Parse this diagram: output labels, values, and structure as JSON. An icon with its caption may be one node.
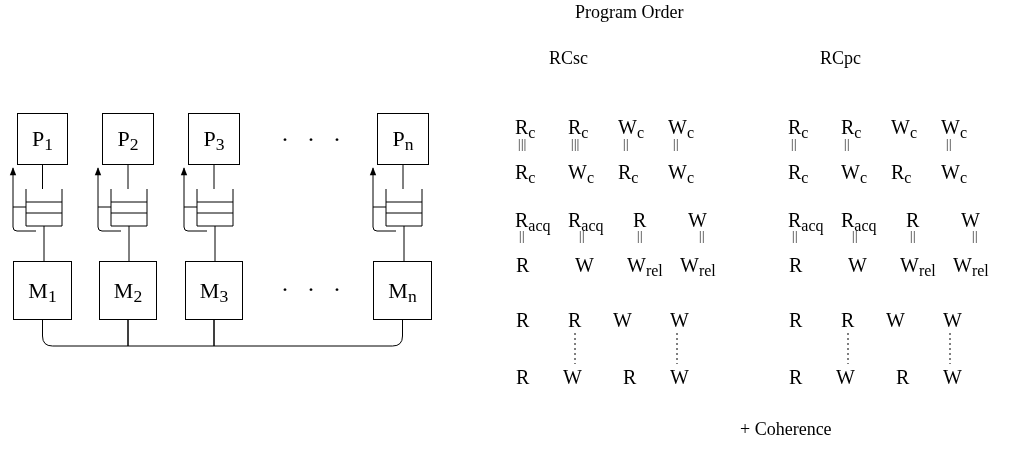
{
  "diagram": {
    "nodes": [
      {
        "text": [
          "P$_{1}$"
        ]
      },
      {
        "text": [
          "P$_{2}$"
        ]
      },
      {
        "text": [
          "P$_{3}$"
        ]
      },
      {
        "text": [
          "P$_{n}$"
        ]
      },
      {
        "text": [],
        "shape": "queue"
      },
      {
        "text": [],
        "shape": "queue"
      },
      {
        "text": [],
        "shape": "queue"
      },
      {
        "text": [],
        "shape": "queue"
      },
      {
        "text": [
          "M$_{1}$"
        ]
      },
      {
        "text": [
          "M$_{2}$"
        ]
      },
      {
        "text": [
          "M$_{3}$"
        ]
      },
      {
        "text": [
          "M$_{n}$"
        ]
      }
    ],
    "edges": [
      {
        "from": 0,
        "to": 4,
        "arrow": "none"
      },
      {
        "from": 1,
        "to": 5,
        "arrow": "none"
      },
      {
        "from": 2,
        "to": 6,
        "arrow": "none"
      },
      {
        "from": 3,
        "to": 7,
        "arrow": "none"
      },
      {
        "from": 4,
        "to": 8,
        "arrow": "none"
      },
      {
        "from": 5,
        "to": 9,
        "arrow": "none"
      },
      {
        "from": 6,
        "to": 10,
        "arrow": "none"
      },
      {
        "from": 7,
        "to": 11,
        "arrow": "none"
      },
      {
        "from": 4,
        "to": 0,
        "arrow": "to"
      },
      {
        "from": 5,
        "to": 1,
        "arrow": "to"
      },
      {
        "from": 6,
        "to": 2,
        "arrow": "to"
      },
      {
        "from": 7,
        "to": 3,
        "arrow": "to"
      },
      {
        "from": 8,
        "to": 9,
        "arrow": "none"
      },
      {
        "from": 9,
        "to": 10,
        "arrow": "none"
      },
      {
        "from": 10,
        "to": 11,
        "arrow": "none"
      }
    ],
    "labels": [
      "Program Order",
      "RCsc",
      "RCpc",
      "· · ·",
      "· · ·",
      "R$_{c}$",
      "R$_{c}$",
      "W$_{c}$",
      "W$_{c}$",
      "|||",
      "|||",
      "||",
      "||",
      "R$_{c}$",
      "W$_{c}$",
      "R$_{c}$",
      "W$_{c}$",
      "R$_{acq}$",
      "R$_{acq}$",
      "R",
      "W",
      "||",
      "||",
      "||",
      "||",
      "R",
      "W",
      "W$_{rel}$",
      "W$_{rel}$",
      "R",
      "R",
      "W",
      "W",
      "R",
      "W",
      "R",
      "W",
      "R$_{c}$",
      "R$_{c}$",
      "W$_{c}$",
      "W$_{c}$",
      "||",
      "||",
      "||",
      "R$_{c}$",
      "W$_{c}$",
      "R$_{c}$",
      "W$_{c}$",
      "R$_{acq}$",
      "R$_{acq}$",
      "R",
      "W",
      "||",
      "||",
      "||",
      "||",
      "R",
      "W",
      "W$_{rel}$",
      "W$_{rel}$",
      "R",
      "R",
      "W",
      "W",
      "R",
      "W",
      "R",
      "W",
      "+ Coherence"
    ]
  }
}
